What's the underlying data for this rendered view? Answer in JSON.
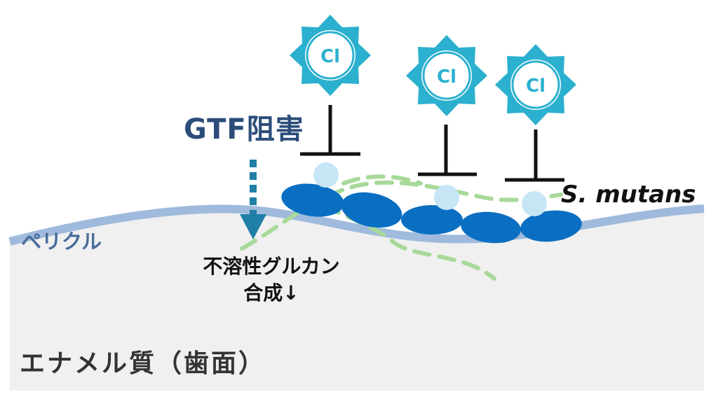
{
  "labels": {
    "gtf_inhibition": "GTF阻害",
    "pellicle": "ペリクル",
    "bacteria": "S. mutans",
    "glucan_line1": "不溶性グルカン",
    "glucan_line2": "合成↓",
    "enamel": "エナメル質（歯面）"
  },
  "inhibitor_label": "Cl",
  "colors": {
    "enamel_fill": "#f0f0f0",
    "pellicle": "#9fbadc",
    "bacteria_dark": "#0a6fc2",
    "gtf_enzyme": "#c6e6f5",
    "inhibitor": "#2bb0cf",
    "glucan_dash": "#a8d99a",
    "arrow": "#1f7fa6",
    "text_dark": "#2c4d7a"
  }
}
